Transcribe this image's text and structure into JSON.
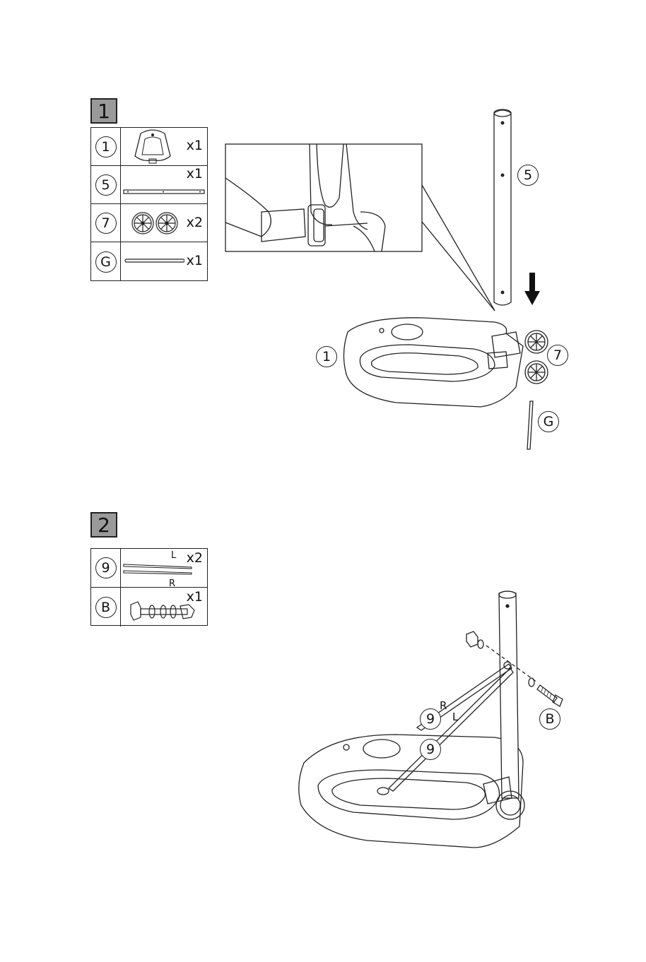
{
  "step1": {
    "number": "1",
    "parts": [
      {
        "id": "1",
        "qty": "x1"
      },
      {
        "id": "5",
        "qty": "x1"
      },
      {
        "id": "7",
        "qty": "x2"
      },
      {
        "id": "G",
        "qty": "x1"
      }
    ],
    "callouts": {
      "pole": "5",
      "base": "1",
      "wheels": "7",
      "axle": "G"
    }
  },
  "step2": {
    "number": "2",
    "parts": [
      {
        "id": "9",
        "qty": "x2",
        "left_mark": "L",
        "right_mark": "R"
      },
      {
        "id": "B",
        "qty": "x1"
      }
    ],
    "callouts": {
      "strut_r": "9",
      "strut_l": "9",
      "bolt": "B",
      "mark_r": "R",
      "mark_l": "L"
    }
  }
}
